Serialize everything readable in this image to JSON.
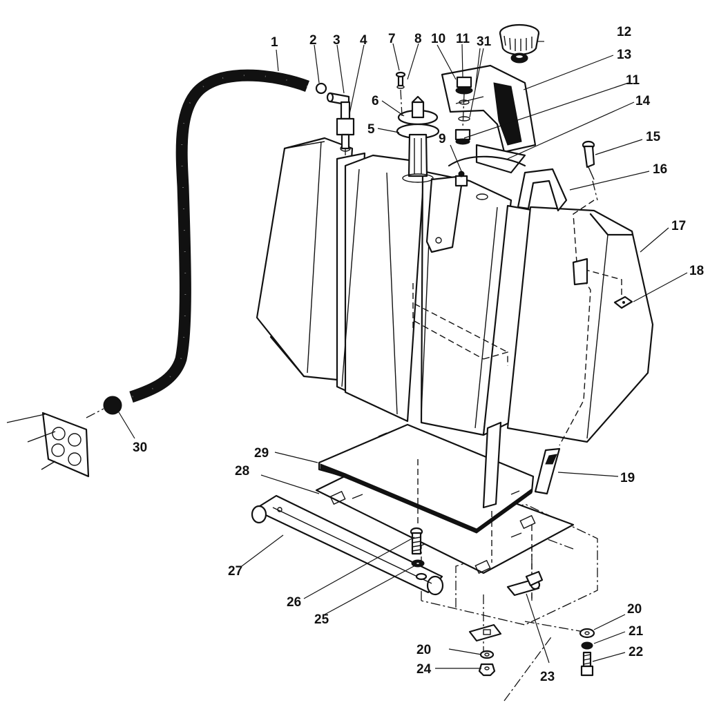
{
  "diagram": {
    "callouts": [
      {
        "id": "1",
        "text": "1"
      },
      {
        "id": "2",
        "text": "2"
      },
      {
        "id": "3",
        "text": "3"
      },
      {
        "id": "4",
        "text": "4"
      },
      {
        "id": "5",
        "text": "5"
      },
      {
        "id": "6",
        "text": "6"
      },
      {
        "id": "7",
        "text": "7"
      },
      {
        "id": "8",
        "text": "8"
      },
      {
        "id": "9",
        "text": "9"
      },
      {
        "id": "10",
        "text": "10"
      },
      {
        "id": "11a",
        "text": "11"
      },
      {
        "id": "11b",
        "text": "11"
      },
      {
        "id": "12",
        "text": "12"
      },
      {
        "id": "13",
        "text": "13"
      },
      {
        "id": "14",
        "text": "14"
      },
      {
        "id": "15",
        "text": "15"
      },
      {
        "id": "16",
        "text": "16"
      },
      {
        "id": "17",
        "text": "17"
      },
      {
        "id": "18",
        "text": "18"
      },
      {
        "id": "19",
        "text": "19"
      },
      {
        "id": "20a",
        "text": "20"
      },
      {
        "id": "20b",
        "text": "20"
      },
      {
        "id": "21",
        "text": "21"
      },
      {
        "id": "22",
        "text": "22"
      },
      {
        "id": "23",
        "text": "23"
      },
      {
        "id": "24",
        "text": "24"
      },
      {
        "id": "25",
        "text": "25"
      },
      {
        "id": "26",
        "text": "26"
      },
      {
        "id": "27",
        "text": "27"
      },
      {
        "id": "28",
        "text": "28"
      },
      {
        "id": "29",
        "text": "29"
      },
      {
        "id": "30",
        "text": "30"
      },
      {
        "id": "31",
        "text": "31"
      }
    ]
  }
}
